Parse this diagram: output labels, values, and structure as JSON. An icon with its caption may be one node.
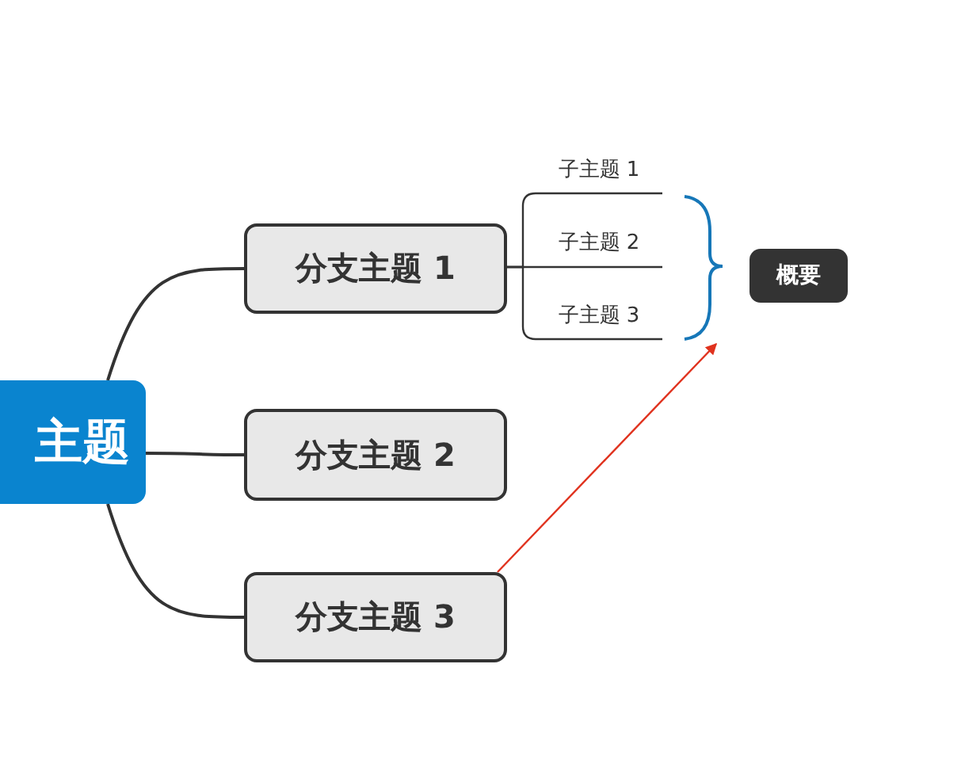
{
  "diagram": {
    "nodes": [
      {
        "text": [
          "主题"
        ]
      },
      {
        "text": [
          "分支主题 1"
        ]
      },
      {
        "text": [
          "分支主题 2"
        ]
      },
      {
        "text": [
          "分支主题 3"
        ]
      },
      {
        "text": [
          "子主题 1"
        ]
      },
      {
        "text": [
          "子主题 2"
        ]
      },
      {
        "text": [
          "子主题 3"
        ]
      },
      {
        "text": [
          "概要"
        ]
      },
      {
        "text": [],
        "shape": "brace"
      }
    ],
    "edges": [
      {
        "from": 0,
        "to": 1,
        "arrow": "none"
      },
      {
        "from": 0,
        "to": 2,
        "arrow": "none"
      },
      {
        "from": 0,
        "to": 3,
        "arrow": "none"
      },
      {
        "from": 1,
        "to": 4,
        "arrow": "none"
      },
      {
        "from": 1,
        "to": 5,
        "arrow": "none"
      },
      {
        "from": 1,
        "to": 6,
        "arrow": "none"
      },
      {
        "from": 3,
        "to": 8,
        "arrow": "to",
        "color": "#e0321e"
      }
    ]
  }
}
